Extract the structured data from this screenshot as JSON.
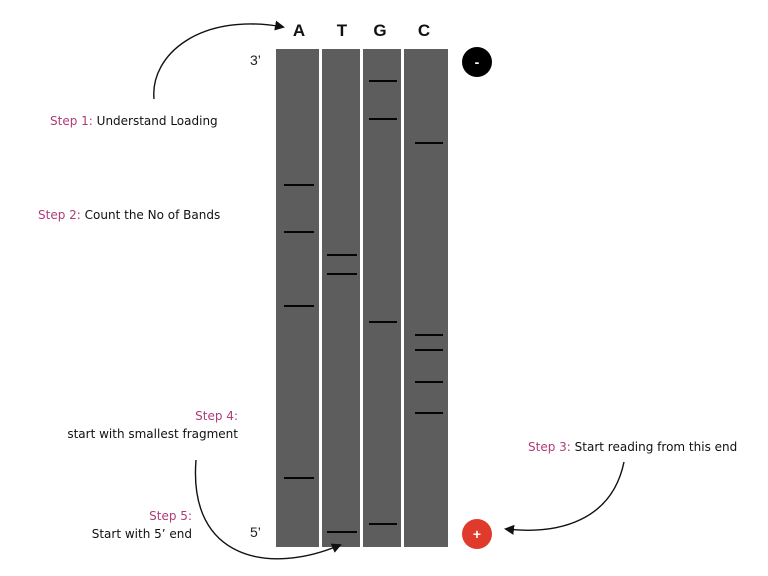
{
  "lanes": [
    {
      "label": "A",
      "bands": [
        185,
        232,
        306,
        478
      ]
    },
    {
      "label": "T",
      "bands": [
        255,
        274,
        532
      ]
    },
    {
      "label": "G",
      "bands": [
        81,
        119,
        322,
        524
      ]
    },
    {
      "label": "C",
      "bands": [
        143,
        335,
        350,
        382,
        413
      ]
    }
  ],
  "ends": {
    "top": "3’",
    "bottom": "5’"
  },
  "electrodes": {
    "negative": {
      "symbol": "-",
      "color": "#000000"
    },
    "positive": {
      "symbol": "+",
      "color": "#e03a2c"
    }
  },
  "steps": {
    "step1": {
      "tag": "Step 1:",
      "text": "Understand Loading"
    },
    "step2": {
      "tag": "Step 2:",
      "text": "Count the No of Bands"
    },
    "step3": {
      "tag": "Step 3:",
      "text": "Start reading from this end"
    },
    "step4": {
      "tag": "Step 4:",
      "text": "start with smallest fragment"
    },
    "step5": {
      "tag": "Step 5:",
      "text": "Start with 5’ end"
    }
  },
  "colors": {
    "gel": "#5d5d5d",
    "band": "#050505",
    "step_tag": "#b03b78"
  }
}
